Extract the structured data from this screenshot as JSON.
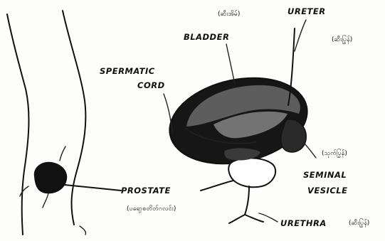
{
  "labels": {
    "bladder": "BLADDER",
    "bladder_mm": "(ဆီးအိမ်)",
    "ureter": "URETER",
    "ureter_mm": "(ဆီးပြွန်)",
    "spermatic_line1": "SPERMATIC",
    "spermatic_line2": "CORD",
    "seminal_line1": "SEMINAL",
    "seminal_line2": "VESICLE",
    "seminal_mm": "(သုက်ပြွန်)",
    "prostate": "PROSTATE",
    "prostate_mm": "(ပရော့စတိတ်ဂလင်း)",
    "urethra": "URETHRA",
    "urethra_mm": "(ဆီးပြွန်)"
  }
}
